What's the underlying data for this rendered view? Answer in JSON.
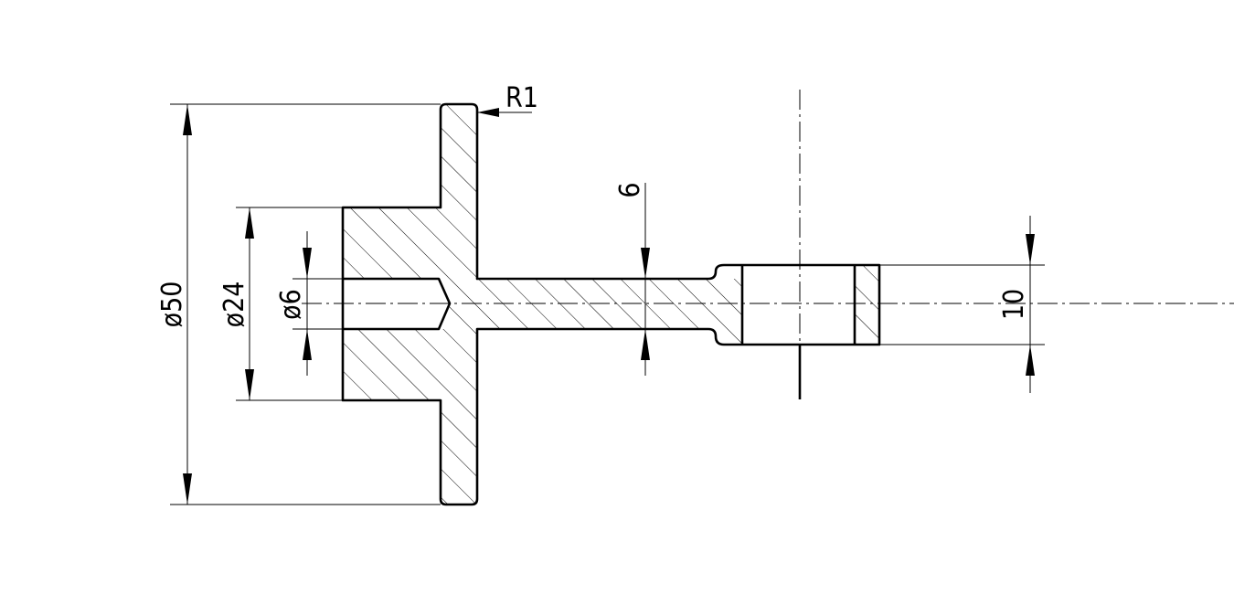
{
  "drawing": {
    "dimensions": {
      "outer_diameter": "ø50",
      "hub_diameter": "ø24",
      "bore_diameter": "ø6",
      "shaft_thickness": "6",
      "end_thickness": "10",
      "fillet_radius": "R1"
    }
  }
}
